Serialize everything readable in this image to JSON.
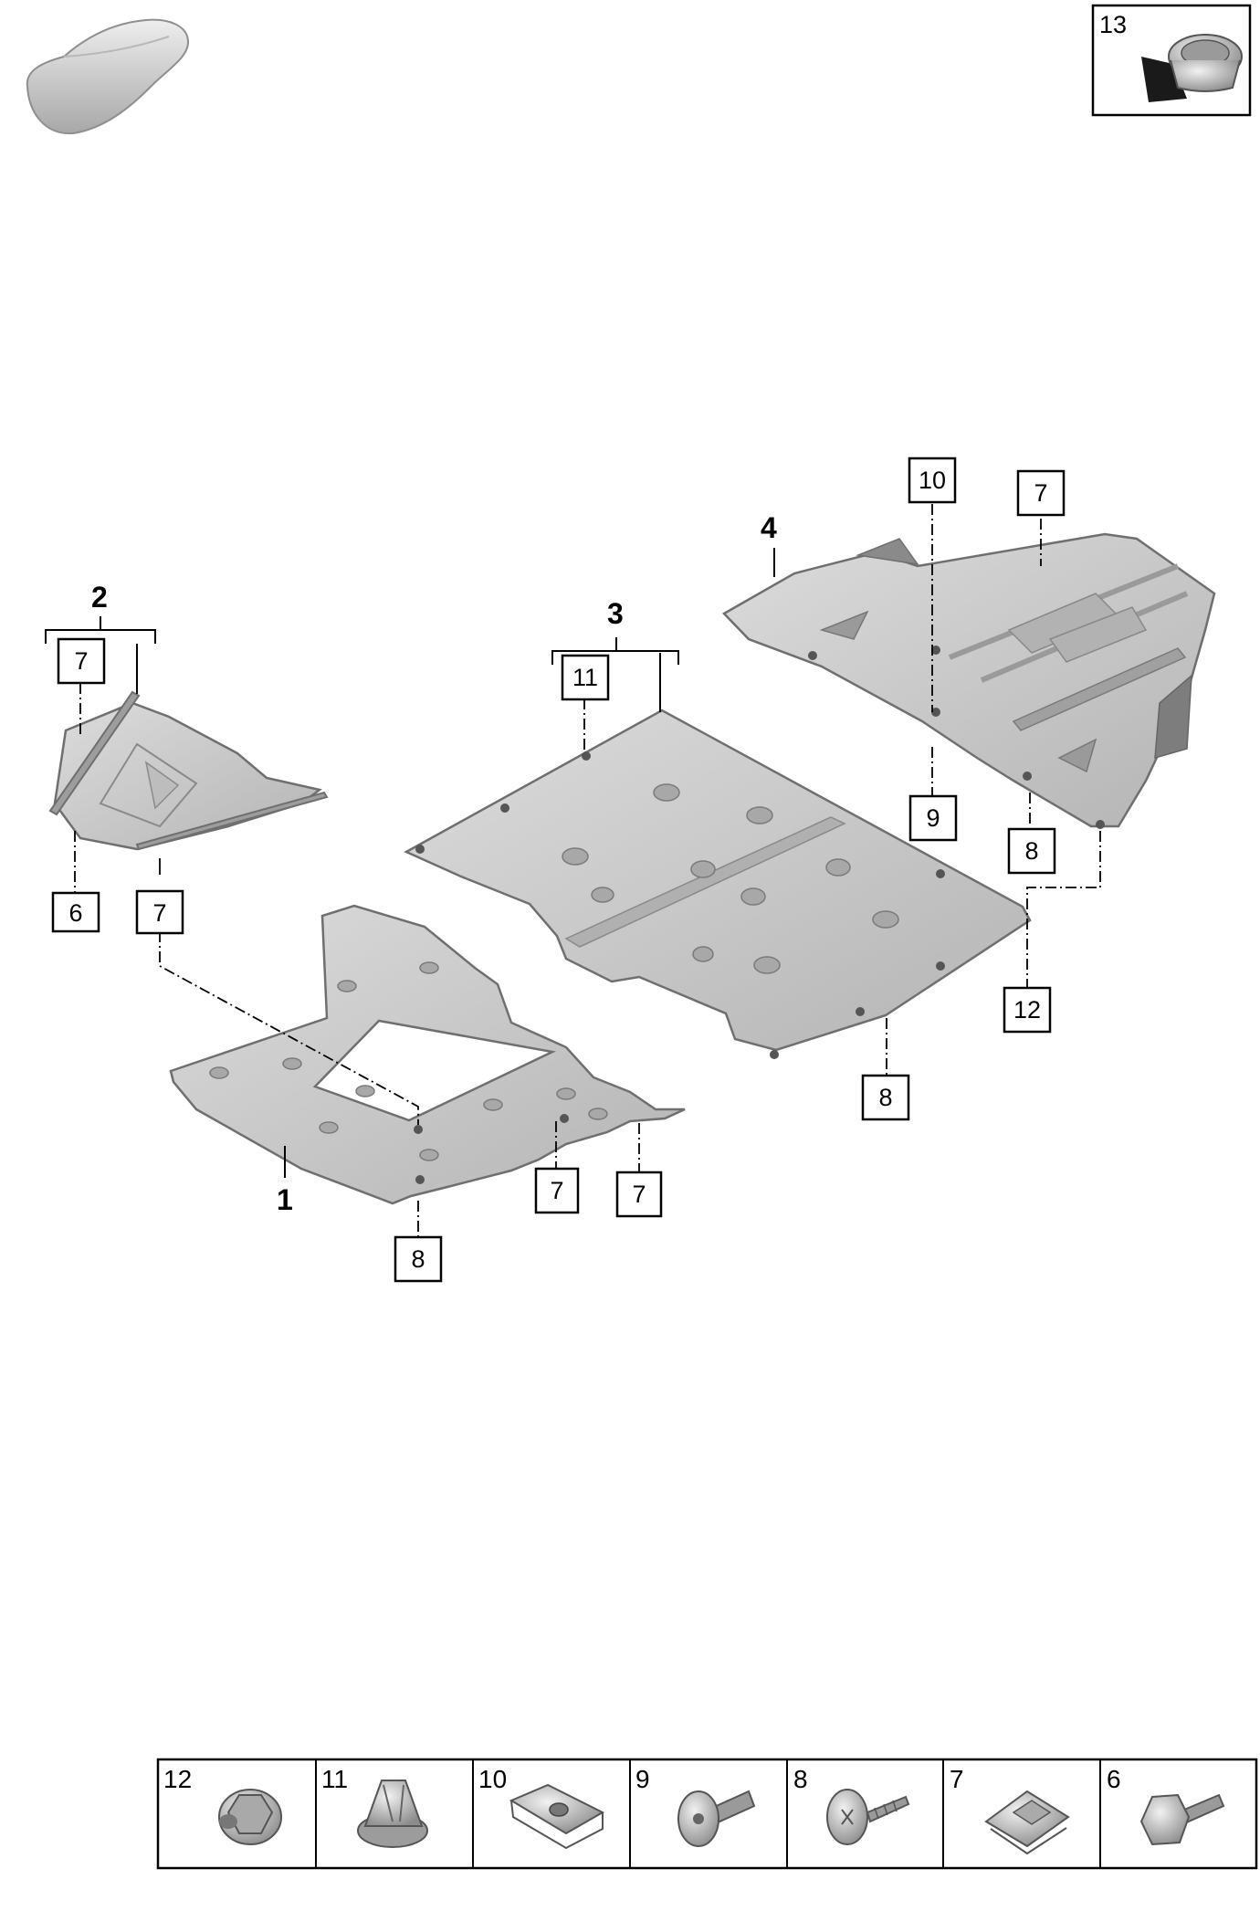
{
  "header": {
    "car_icon": "car-silhouette-icon",
    "inset_part": {
      "number": "13",
      "icon": "grommet-icon"
    }
  },
  "assemblies": [
    {
      "number": "1",
      "name": ""
    },
    {
      "number": "2",
      "name": ""
    },
    {
      "number": "3",
      "name": ""
    },
    {
      "number": "4",
      "name": ""
    }
  ],
  "callouts": {
    "a2_top_7": "7",
    "a2_bottom_6": "6",
    "a2_bottom_7": "7",
    "a3_top_11": "11",
    "a3_bottom_8": "8",
    "a4_top_10": "10",
    "a4_top_7": "7",
    "a4_bottom_9": "9",
    "a4_bottom_8": "8",
    "a3a4_12": "12",
    "a1_7a": "7",
    "a1_7b": "7",
    "a1_8": "8"
  },
  "legend": [
    {
      "number": "12",
      "icon": "flange-nut-icon"
    },
    {
      "number": "11",
      "icon": "expanding-nut-icon"
    },
    {
      "number": "10",
      "icon": "spring-nut-icon"
    },
    {
      "number": "9",
      "icon": "flat-head-bolt-icon"
    },
    {
      "number": "8",
      "icon": "tapping-screw-icon"
    },
    {
      "number": "7",
      "icon": "clip-icon"
    },
    {
      "number": "6",
      "icon": "hex-bolt-icon"
    }
  ],
  "colors": {
    "panel_fill": "#c9c9c9",
    "panel_edge": "#6f6f6f",
    "panel_shade": "#a9a9a9",
    "line": "#000000"
  }
}
